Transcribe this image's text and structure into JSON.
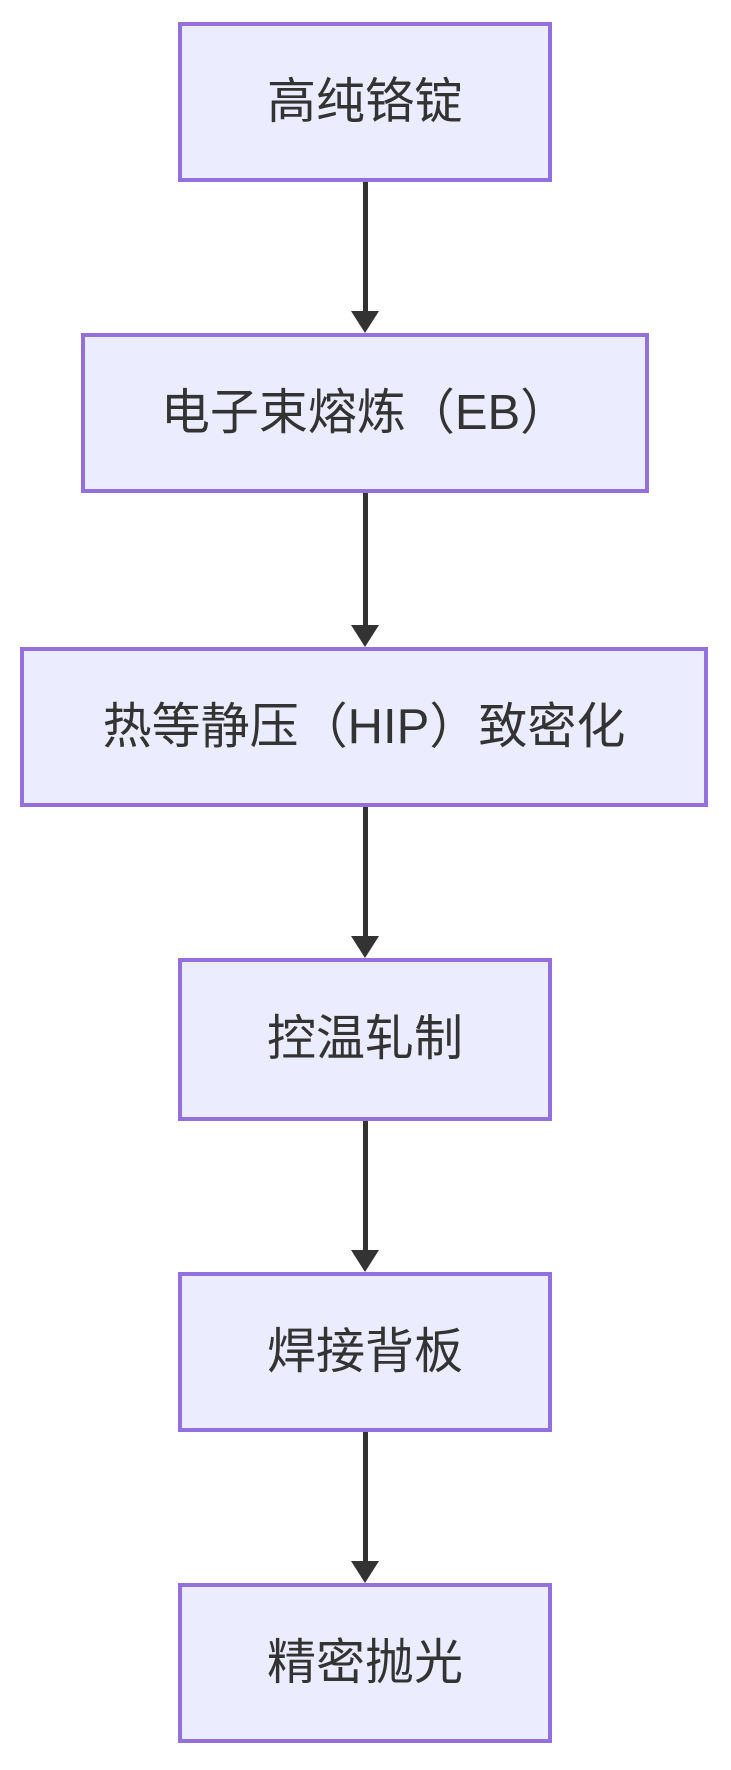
{
  "diagram": {
    "type": "flowchart",
    "direction": "top-down",
    "colors": {
      "background": "#FFFFFF",
      "node_fill": "#ECECFF",
      "node_border": "#9370DB",
      "arrow": "#333333",
      "text": "#333333"
    },
    "nodes": [
      {
        "label": "高纯铬锭"
      },
      {
        "label": "电子束熔炼（EB）"
      },
      {
        "label": "热等静压（HIP）致密化"
      },
      {
        "label": "控温轧制"
      },
      {
        "label": "焊接背板"
      },
      {
        "label": "精密抛光"
      }
    ],
    "edges": [
      {
        "from": 0,
        "to": 1
      },
      {
        "from": 1,
        "to": 2
      },
      {
        "from": 2,
        "to": 3
      },
      {
        "from": 3,
        "to": 4
      },
      {
        "from": 4,
        "to": 5
      }
    ]
  }
}
